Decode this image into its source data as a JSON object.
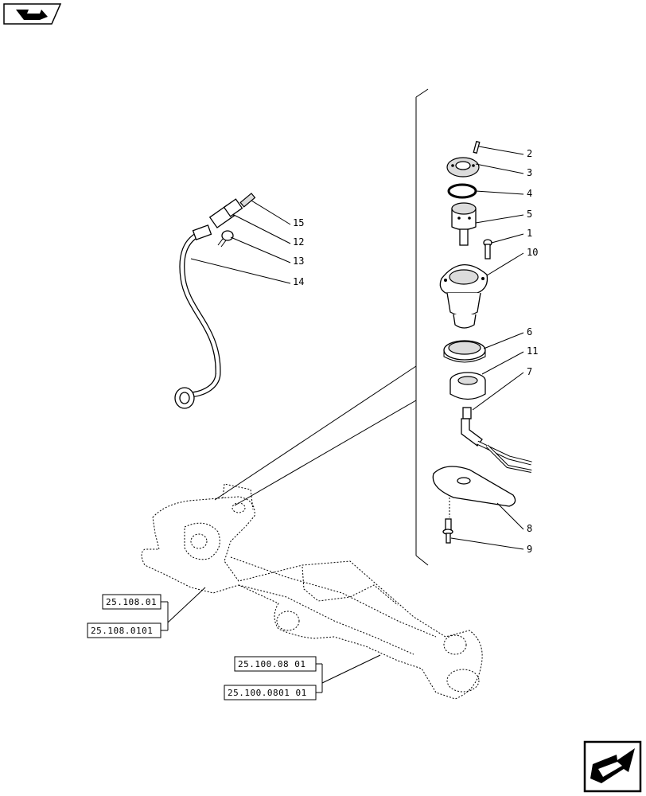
{
  "callouts": {
    "c1": "1",
    "c2": "2",
    "c3": "3",
    "c4": "4",
    "c5": "5",
    "c6": "6",
    "c7": "7",
    "c8": "8",
    "c9": "9",
    "c10": "10",
    "c11": "11",
    "c12": "12",
    "c13": "13",
    "c14": "14",
    "c15": "15"
  },
  "references": {
    "r1": "25.108.01",
    "r2": "25.108.0101",
    "r3": "25.100.08 01",
    "r4": "25.100.0801 01"
  },
  "icons": {
    "top_left": "back-arrow-icon",
    "bottom_right": "next-page-arrow-icon"
  }
}
